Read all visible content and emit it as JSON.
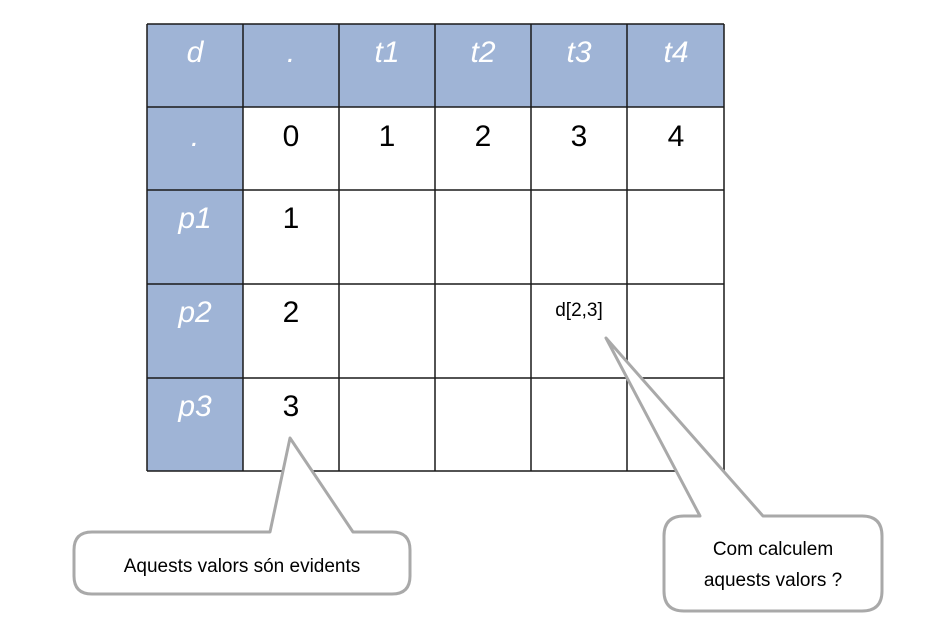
{
  "table": {
    "corner": "d",
    "column_headers": [
      ".",
      "t1",
      "t2",
      "t3",
      "t4"
    ],
    "row_headers": [
      ".",
      "p1",
      "p2",
      "p3"
    ],
    "rows": [
      [
        "0",
        "1",
        "2",
        "3",
        "4"
      ],
      [
        "1",
        "",
        "",
        "",
        ""
      ],
      [
        "2",
        "",
        "",
        "d[2,3]",
        ""
      ],
      [
        "3",
        "",
        "",
        "",
        ""
      ]
    ]
  },
  "callouts": {
    "left": "Aquests valors són evidents",
    "right_line1": "Com calculem",
    "right_line2": "aquests  valors ?"
  },
  "colors": {
    "header_fill": "#9fb4d6",
    "grid": "#1a1a1a",
    "callout_border": "#a9a9a9"
  }
}
